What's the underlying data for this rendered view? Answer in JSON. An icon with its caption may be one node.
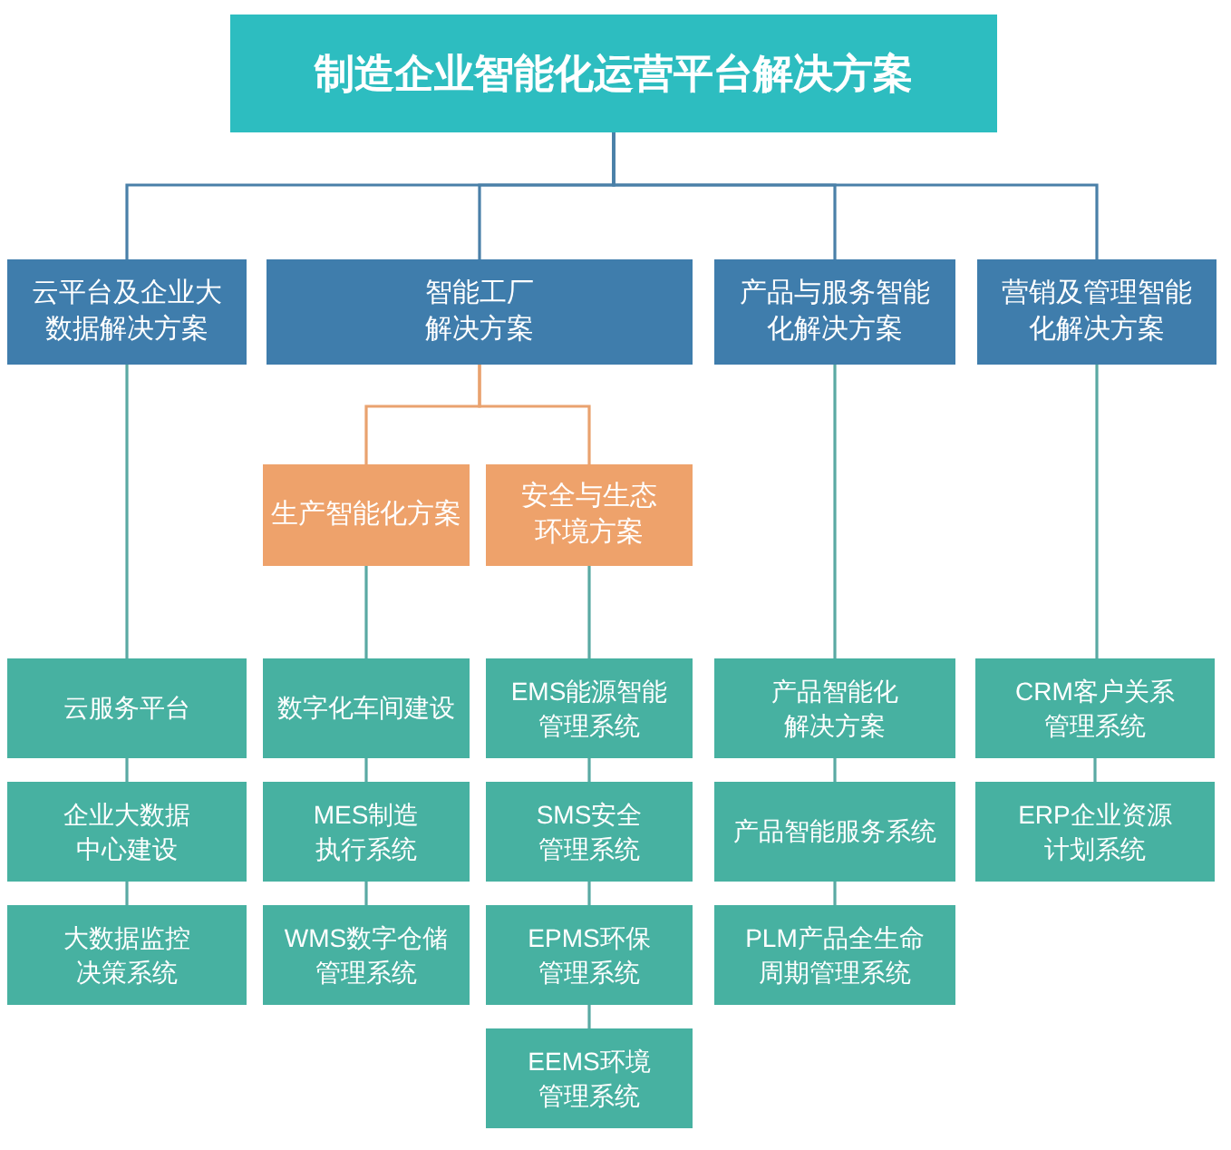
{
  "diagram": {
    "nodes": [
      {
        "text": [
          "制造企业智能化运营平台解决方案"
        ]
      },
      {
        "text": [
          "云平台及企业大数据解决方案"
        ]
      },
      {
        "text": [
          "智能工厂解决方案"
        ]
      },
      {
        "text": [
          "产品与服务智能化解决方案"
        ]
      },
      {
        "text": [
          "营销及管理智能化解决方案"
        ]
      },
      {
        "text": [
          "生产智能化方案"
        ]
      },
      {
        "text": [
          "安全与生态环境方案"
        ]
      },
      {
        "text": [
          "云服务平台"
        ]
      },
      {
        "text": [
          "数字化车间建设"
        ]
      },
      {
        "text": [
          "EMS能源智能管理系统"
        ]
      },
      {
        "text": [
          "产品智能化解决方案"
        ]
      },
      {
        "text": [
          "CRM客户关系管理系统"
        ]
      },
      {
        "text": [
          "企业大数据中心建设"
        ]
      },
      {
        "text": [
          "MES制造执行系统"
        ]
      },
      {
        "text": [
          "SMS安全管理系统"
        ]
      },
      {
        "text": [
          "产品智能服务系统"
        ]
      },
      {
        "text": [
          "ERP企业资源计划系统"
        ]
      },
      {
        "text": [
          "大数据监控决策系统"
        ]
      },
      {
        "text": [
          "WMS数字仓储管理系统"
        ]
      },
      {
        "text": [
          "EPMS环保管理系统"
        ]
      },
      {
        "text": [
          "PLM产品全生命周期管理系统"
        ]
      },
      {
        "text": [
          "EEMS环境管理系统"
        ]
      }
    ],
    "edges": [
      {
        "from": 0,
        "to": 1,
        "arrow": "none",
        "color": "#4a80a8"
      },
      {
        "from": 0,
        "to": 2,
        "arrow": "none",
        "color": "#4a80a8"
      },
      {
        "from": 0,
        "to": 3,
        "arrow": "none",
        "color": "#4a80a8"
      },
      {
        "from": 0,
        "to": 4,
        "arrow": "none",
        "color": "#4a80a8"
      },
      {
        "from": 2,
        "to": 5,
        "arrow": "none",
        "color": "#e9a26f"
      },
      {
        "from": 2,
        "to": 6,
        "arrow": "none",
        "color": "#e9a26f"
      },
      {
        "from": 1,
        "to": 7,
        "arrow": "none"
      },
      {
        "from": 7,
        "to": 12,
        "arrow": "none"
      },
      {
        "from": 12,
        "to": 17,
        "arrow": "none"
      },
      {
        "from": 5,
        "to": 8,
        "arrow": "none"
      },
      {
        "from": 8,
        "to": 13,
        "arrow": "none"
      },
      {
        "from": 13,
        "to": 18,
        "arrow": "none"
      },
      {
        "from": 6,
        "to": 9,
        "arrow": "none"
      },
      {
        "from": 9,
        "to": 14,
        "arrow": "none"
      },
      {
        "from": 14,
        "to": 19,
        "arrow": "none"
      },
      {
        "from": 19,
        "to": 21,
        "arrow": "none"
      },
      {
        "from": 3,
        "to": 10,
        "arrow": "none"
      },
      {
        "from": 10,
        "to": 15,
        "arrow": "none"
      },
      {
        "from": 15,
        "to": 20,
        "arrow": "none"
      },
      {
        "from": 4,
        "to": 11,
        "arrow": "none"
      },
      {
        "from": 11,
        "to": 16,
        "arrow": "none"
      }
    ]
  }
}
